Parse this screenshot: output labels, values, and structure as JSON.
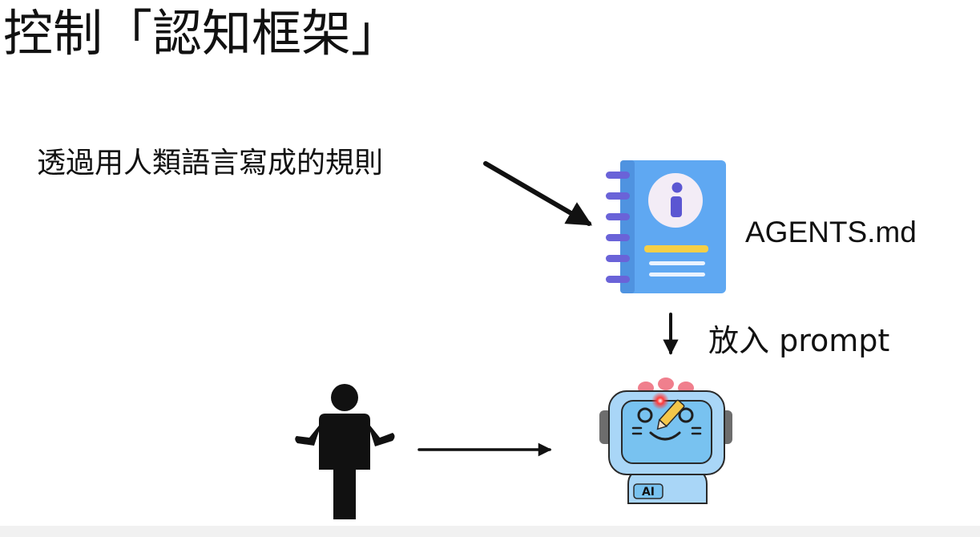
{
  "slide": {
    "title": "控制「認知框架」",
    "rule_text": "透過用人類語言寫成的規則",
    "file_name": "AGENTS.md",
    "step_label": "放入 prompt",
    "robot_badge": "AI"
  },
  "colors": {
    "ink": "#111111",
    "notebook_blue": "#5fa8f2",
    "notebook_spine": "#4f93e0",
    "ring_purple": "#6a63d8",
    "info_circle": "#f3ecf6",
    "info_mark": "#5b56d2",
    "highlight_bar": "#f5cf47",
    "robot_screen": "#78c2f0",
    "robot_frame": "#a9d6f7",
    "antenna_pink": "#f07f8d",
    "laser_red": "#ff2a2a",
    "pencil_yellow": "#f4c649"
  },
  "icons": {
    "notebook": "info-notebook-icon",
    "robot": "ai-robot-icon",
    "person": "person-shrug-icon"
  }
}
